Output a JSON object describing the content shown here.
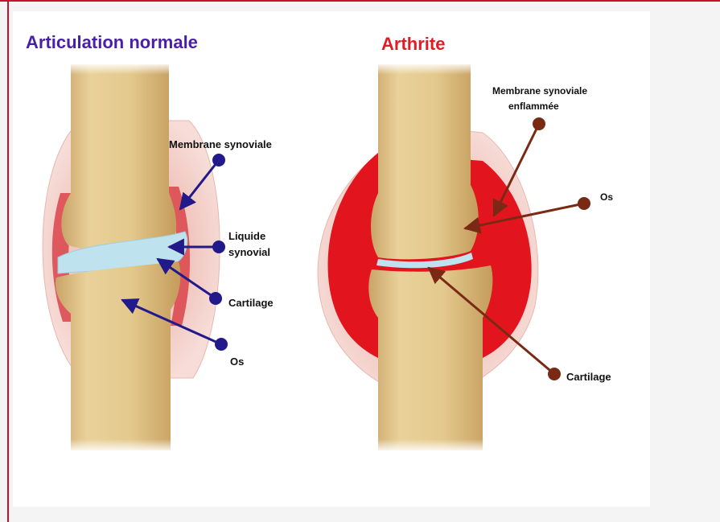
{
  "normal": {
    "title": "Articulation normale",
    "labels": {
      "membrane": "Membrane synoviale",
      "liquid_line1": "Liquide",
      "liquid_line2": "synovial",
      "cartilage": "Cartilage",
      "bone": "Os"
    }
  },
  "arthritis": {
    "title": "Arthrite",
    "labels": {
      "membrane_line1": "Membrane synoviale",
      "membrane_line2": "enflammée",
      "bone": "Os",
      "cartilage": "Cartilage"
    }
  },
  "colors": {
    "normal_title": "#4a1fa8",
    "arthritis_title": "#e01c24",
    "normal_pointer": "#221a8a",
    "arthritis_pointer": "#7a2a14",
    "frame_border": "#c8102e",
    "bone": "#e2c78a",
    "capsule": "#f2cbc4",
    "synovial_fluid": "#bfe3ee",
    "inflamed_membrane": "#e2151f"
  }
}
